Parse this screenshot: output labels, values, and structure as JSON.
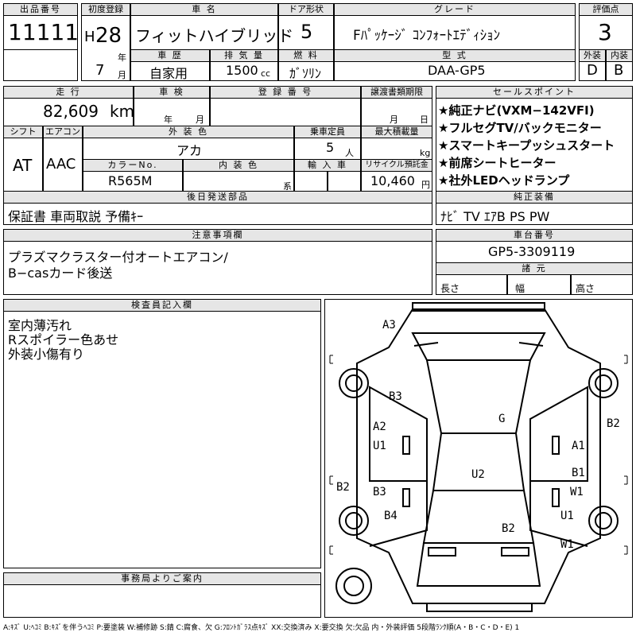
{
  "header": {
    "lot_number_label": "出品番号",
    "lot_number": "11111",
    "first_reg_label": "初度登録",
    "era": "H",
    "year": "28",
    "year_unit": "年",
    "month": "7",
    "month_unit": "月",
    "car_name_label": "車 名",
    "car_name": "フィットハイブリッド",
    "door_label": "ドア形状",
    "doors": "5",
    "grade_label": "グレード",
    "grade": "Fﾊﾟｯｹｰｼﾞ ｺﾝﾌｫｰﾄｴﾃﾞｨｼｮﾝ",
    "score_label": "評価点",
    "score": "3",
    "history_label": "車 歴",
    "history": "自家用",
    "displacement_label": "排 気 量",
    "displacement": "1500",
    "displacement_unit": "cc",
    "fuel_label": "燃 料",
    "fuel": "ｶﾞｿﾘﾝ",
    "model_label": "型 式",
    "model": "DAA-GP5",
    "exterior_label": "外装",
    "exterior_grade": "D",
    "interior_label": "内装",
    "interior_grade": "B"
  },
  "row2": {
    "mileage_label": "走 行",
    "mileage": "82,609",
    "mileage_unit": "km",
    "inspection_label": "車 検",
    "year_unit": "年",
    "month_unit": "月",
    "plate_label": "登 録 番 号",
    "transfer_label": "譲渡書類期限",
    "transfer_month": "月",
    "transfer_day": "日",
    "shift_label": "シフト",
    "shift": "AT",
    "ac_label": "エアコン",
    "ac": "AAC",
    "ext_color_label": "外 装 色",
    "ext_color": "アカ",
    "capacity_label": "乗車定員",
    "capacity": "5",
    "capacity_unit": "人",
    "max_load_label": "最大積載量",
    "max_load_unit": "kg",
    "color_no_label": "カラーNo.",
    "color_no": "R565M",
    "int_color_label": "内 装 色",
    "int_color_suffix": "系",
    "import_label": "輸 入 車",
    "recycle_label": "リサイクル預託金",
    "recycle": "10,460",
    "recycle_unit": "円",
    "later_parts_label": "後日発送部品",
    "later_parts": "保証書 車両取説 予備ｷｰ"
  },
  "sales_points": {
    "label": "セールスポイント",
    "items": [
      "★純正ナビ(VXM−142VFI)",
      "★フルセグTV/バックモニター",
      "★スマートキープッシュスタート",
      "★前席シートヒーター",
      "★社外LEDヘッドランプ"
    ],
    "equipment_label": "純正装備",
    "equipment": "ﾅﾋﾞ TV ｴｱB PS PW"
  },
  "notes": {
    "label": "注意事項欄",
    "lines": [
      "プラズマクラスター付オートエアコン/",
      "B−casカード後送"
    ]
  },
  "chassis": {
    "label": "車台番号",
    "number": "GP5-3309119",
    "dims_label": "諸 元",
    "length_label": "長さ",
    "width_label": "幅",
    "height_label": "高さ"
  },
  "inspector": {
    "label": "検査員記入欄",
    "lines": [
      "室内薄汚れ",
      "Rスポイラー色あせ",
      "外装小傷有り"
    ]
  },
  "office": {
    "label": "事務局よりご案内"
  },
  "diagram": {
    "marks": [
      "A3",
      "B3",
      "G",
      "A2",
      "U1",
      "B2",
      "A1",
      "U2",
      "B1",
      "B3",
      "W1",
      "B2",
      "B4",
      "U1",
      "B2",
      "W1"
    ]
  },
  "footer": {
    "legend": "A:ｷｽﾞ U:ﾍｺﾐ B:ｷｽﾞを伴うﾍｺﾐ P:要塗装 W:補修跡 S:錆 C:腐食、欠 G:ﾌﾛﾝﾄｶﾞﾗｽ点ｷｽﾞ XX:交換済み X:要交換 欠:欠品 内・外装評価 5段階ﾗﾝｸ順(A・B・C・D・E) 1"
  }
}
